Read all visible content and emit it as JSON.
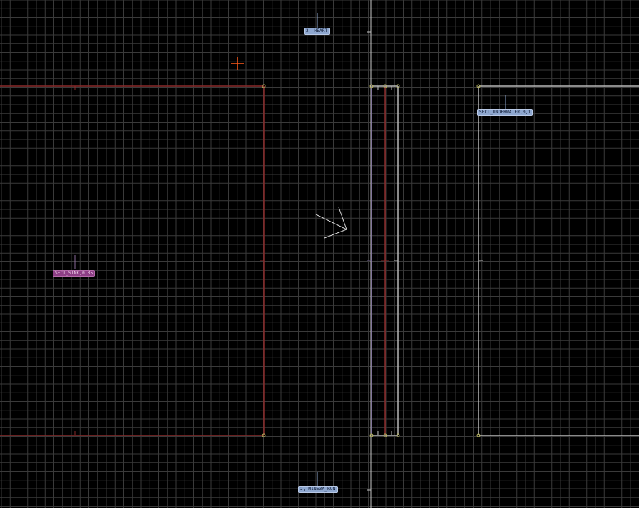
{
  "colors": {
    "background": "#000000",
    "grid": "#3a3a3a",
    "linedef_red": "#8a2a2a",
    "linedef_white": "#b8b8b8",
    "linedef_purple": "#6a5a8a",
    "vertex": "#b7b35a",
    "cursor": "#ff5a1a",
    "thing_arrow": "#d8d8d8",
    "axis_white": "#c8c8c8"
  },
  "icons": {
    "cursor": "crosshair-cursor-icon",
    "thing": "player-start-arrow-icon"
  },
  "labels": {
    "heart": "2, HEART",
    "sect_sink": "SECT_SINK,0,35",
    "sect_underwater": "SECT_UNDERWATER,0,1",
    "mine_run": "2, MINE3A_RUN"
  }
}
